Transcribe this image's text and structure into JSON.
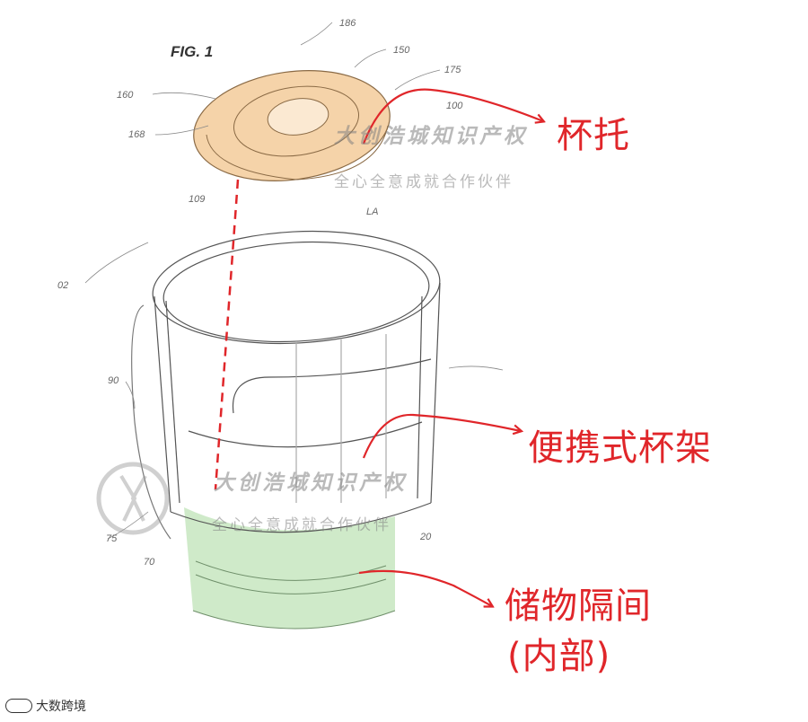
{
  "figure": {
    "label": "FIG. 1"
  },
  "annotations": {
    "cup_holder": "杯托",
    "portable_holder": "便携式杯架",
    "storage_line1": "储物隔间",
    "storage_line2": "(内部)"
  },
  "reference_numerals": {
    "r186": "186",
    "r160": "160",
    "r150": "150",
    "r175": "175",
    "r100": "100",
    "r168": "168",
    "r109": "109",
    "rLA": "LA",
    "r02": "02",
    "r90": "90",
    "r75": "75",
    "r70": "70",
    "r20": "20"
  },
  "watermark": {
    "line1": "大创浩城知识产权",
    "line2": "全心全意成就合作伙伴"
  },
  "footer": {
    "brand": "大数跨境"
  },
  "colors": {
    "annotation_red": "#e0262a",
    "cup_holder_fill": "#f2c48c",
    "storage_fill": "#bfe3b7",
    "line_art": "#555555",
    "watermark_gray": "#9a9a9a"
  }
}
